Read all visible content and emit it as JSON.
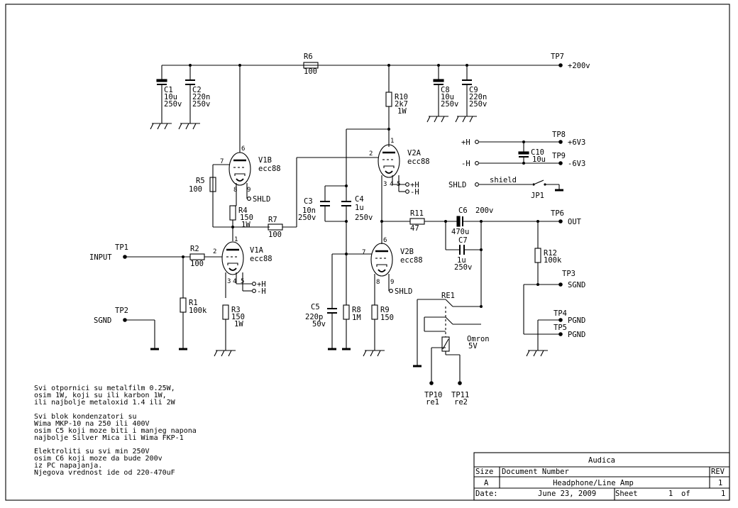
{
  "title_block": {
    "company": "Audica",
    "size_label": "Size",
    "size": "A",
    "docnum_label": "Document Number",
    "title": "Headphone/Line Amp",
    "rev_label": "REV",
    "rev": "1",
    "date_label": "Date:",
    "date": "June 23, 2009",
    "sheet_label": "Sheet",
    "sheet": "1",
    "of_label": "of",
    "sheets": "1"
  },
  "notes": [
    "Svi otpornici su metalfilm 0.25W,",
    "osim 1W, koji su ili karbon 1W,",
    "ili najbolje metaloxid 1.4 ili 2W",
    "Svi blok kondenzatori su",
    "Wima MKP-10 na 250 ili 400V",
    "osim C5 koji moze biti i manjeg napona",
    "najbolje Silver Mica ili Wima FKP-1",
    "Elektroliti su svi min 250V",
    "osim C6 koji moze da bude 200v",
    "iz PC napajanja.",
    "Njegova vrednost ide od 220-470uF"
  ],
  "testpoints": {
    "tp1": "TP1",
    "tp2": "TP2",
    "tp3": "TP3",
    "tp4": "TP4",
    "tp5": "TP5",
    "tp6": "TP6",
    "tp7": "TP7",
    "tp8": "TP8",
    "tp9": "TP9",
    "tp10": "TP10",
    "tp11": "TP11"
  },
  "nets": {
    "input": "INPUT",
    "sgnd": "SGND",
    "sgnd3": "SGND",
    "out": "OUT",
    "b_plus": "+200v",
    "p6v3": "+6V3",
    "m6v3": "-6V3",
    "pgnd4": "PGND",
    "pgnd5": "PGND",
    "h_plus": "+H",
    "h_minus": "-H",
    "shld": "SHLD",
    "shield": "shield",
    "re1": "re1",
    "re2": "re2",
    "jp1": "JP1",
    "v1a_hp": "+H",
    "v1a_hm": "-H",
    "v2a_hp": "+H",
    "v2a_hm": "-H",
    "v1b_shld": "SHLD",
    "v2b_shld": "SHLD"
  },
  "tubes": {
    "v1a": {
      "ref": "V1A",
      "type": "ecc88"
    },
    "v1b": {
      "ref": "V1B",
      "type": "ecc88"
    },
    "v2a": {
      "ref": "V2A",
      "type": "ecc88"
    },
    "v2b": {
      "ref": "V2B",
      "type": "ecc88"
    }
  },
  "pins": {
    "v1b_6": "6",
    "v1b_7": "7",
    "v1b_8": "8",
    "v1b_9": "9",
    "v1a_1": "1",
    "v1a_2": "2",
    "v1a_3": "3",
    "v1a_4": "4",
    "v1a_5": "5",
    "v2a_1": "1",
    "v2a_2": "2",
    "v2a_3": "3",
    "v2a_4": "4",
    "v2a_5": "5",
    "v2b_6": "6",
    "v2b_7": "7",
    "v2b_8": "8",
    "v2b_9": "9"
  },
  "parts": {
    "r1": {
      "ref": "R1",
      "val": "100k"
    },
    "r2": {
      "ref": "R2",
      "val": "100"
    },
    "r3": {
      "ref": "R3",
      "val": "150",
      "pw": "1W"
    },
    "r4": {
      "ref": "R4",
      "val": "150",
      "pw": "1W"
    },
    "r5": {
      "ref": "R5",
      "val": "100"
    },
    "r6": {
      "ref": "R6",
      "val": "100"
    },
    "r7": {
      "ref": "R7",
      "val": "100"
    },
    "r8": {
      "ref": "R8",
      "val": "1M"
    },
    "r9": {
      "ref": "R9",
      "val": "150"
    },
    "r10": {
      "ref": "R10",
      "val": "2k7",
      "pw": "1W"
    },
    "r11": {
      "ref": "R11",
      "val": "47"
    },
    "r12": {
      "ref": "R12",
      "val": "100k"
    },
    "c1": {
      "ref": "C1",
      "val": "10u",
      "v": "250v"
    },
    "c2": {
      "ref": "C2",
      "val": "220n",
      "v": "250v"
    },
    "c3": {
      "ref": "C3",
      "val": "10n",
      "v": "250v"
    },
    "c4": {
      "ref": "C4",
      "val": "1u",
      "v": "250v"
    },
    "c5": {
      "ref": "C5",
      "val": "220p",
      "v": "50v"
    },
    "c6": {
      "ref": "C6",
      "v": "200v",
      "val": "470u"
    },
    "c7": {
      "ref": "C7",
      "val": "1u",
      "v": "250v"
    },
    "c8": {
      "ref": "C8",
      "val": "10u",
      "v": "250v"
    },
    "c9": {
      "ref": "C9",
      "val": "220n",
      "v": "250v"
    },
    "c10": {
      "ref": "C10",
      "val": "10u"
    },
    "re1": {
      "ref": "RE1",
      "val1": "Omron",
      "val2": "5V"
    }
  }
}
